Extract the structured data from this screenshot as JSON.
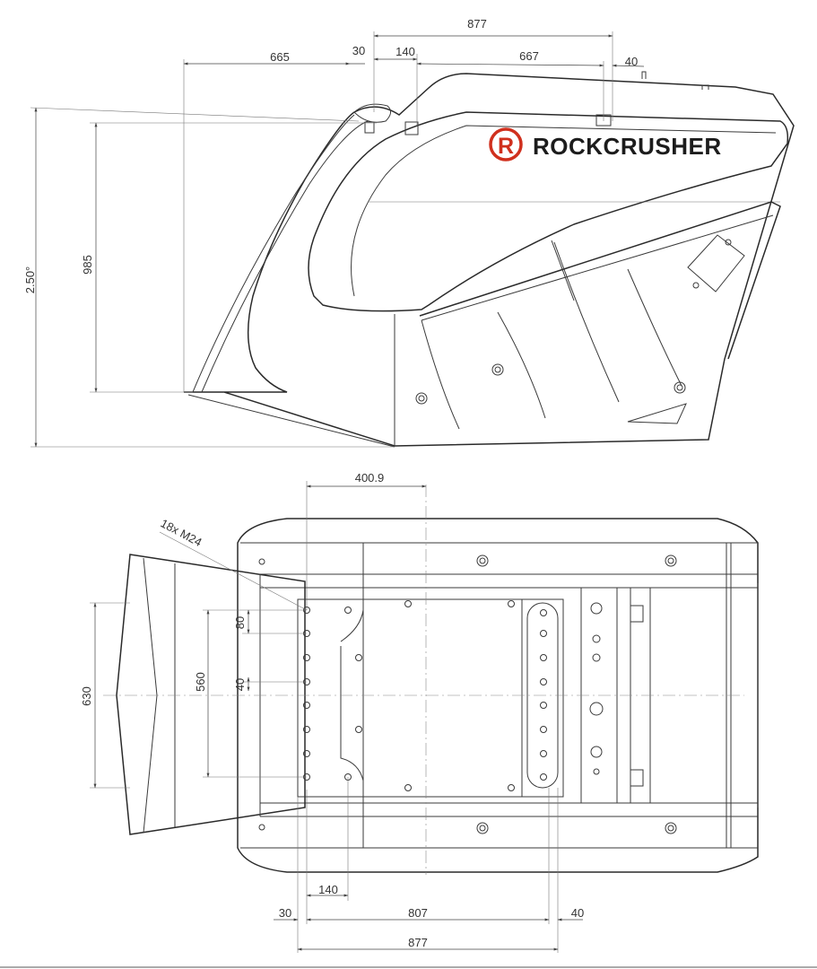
{
  "brand": {
    "name": "ROCKCRUSHER",
    "logo_letter": "R",
    "logo_color": "#d0301e"
  },
  "side_view": {
    "dims": {
      "d877": "877",
      "d665": "665",
      "d30": "30",
      "d140": "140",
      "d667": "667",
      "d40": "40",
      "d985": "985",
      "angle": "2.50°"
    }
  },
  "top_view": {
    "dims": {
      "d400_9": "400.9",
      "bolts": "18x M24",
      "d630": "630",
      "d80": "80",
      "d560": "560",
      "d40": "40",
      "d140": "140",
      "d30": "30",
      "d807": "807",
      "d40b": "40",
      "d877": "877"
    }
  }
}
